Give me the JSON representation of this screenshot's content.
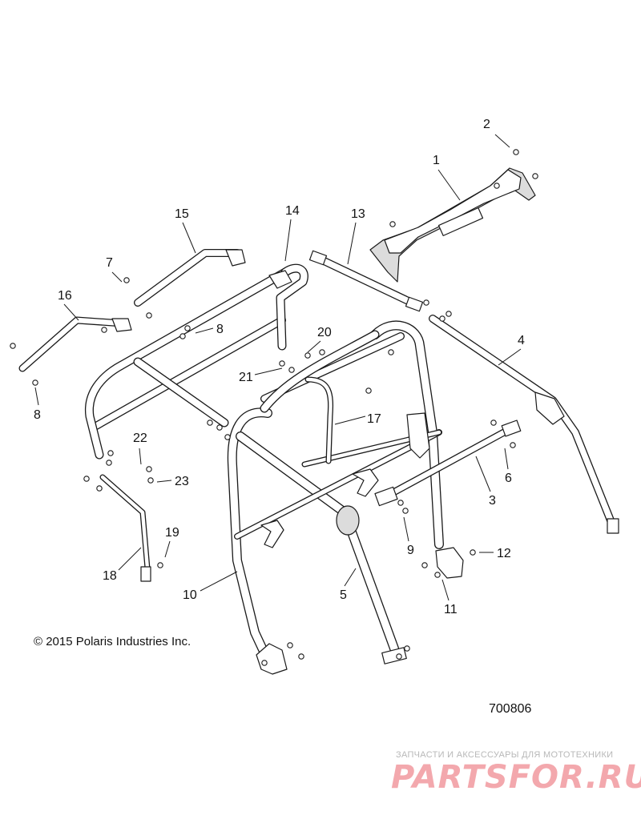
{
  "callouts": [
    "1",
    "2",
    "3",
    "4",
    "5",
    "6",
    "7",
    "8",
    "8",
    "9",
    "10",
    "11",
    "12",
    "13",
    "14",
    "15",
    "16",
    "17",
    "18",
    "19",
    "20",
    "21",
    "22",
    "23"
  ],
  "copyright": "© 2015 Polaris Industries Inc.",
  "drawing_number": "700806",
  "watermark": {
    "tagline": "ЗАПЧАСТИ И АКСЕССУАРЫ ДЛЯ МОТОТЕХНИКИ",
    "brand": "PARTSFOR.RU"
  },
  "colors": {
    "line": "#1a1a1a",
    "shade": "#dcdcdc",
    "watermark_brand": "#f3a8ad",
    "watermark_tagline": "#b8b8b8"
  }
}
